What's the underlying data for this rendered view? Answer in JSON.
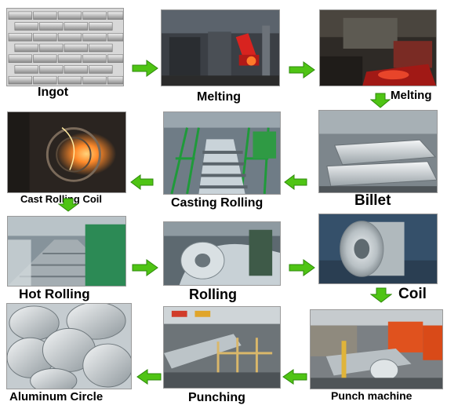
{
  "title": "",
  "steps": [
    {
      "label": "Ingot",
      "image": "aluminum-ingot-stack-photo"
    },
    {
      "label": "Melting",
      "image": "melting-furnace-photo"
    },
    {
      "label": "Melting",
      "image": "molten-metal-photo"
    },
    {
      "label": "Billet",
      "image": "aluminum-billet-photo"
    },
    {
      "label": "Casting Rolling",
      "image": "casting-rolling-line-photo"
    },
    {
      "label": "Cast Rolling Coil",
      "image": "cast-rolling-coil-photo"
    },
    {
      "label": "Hot Rolling",
      "image": "hot-rolling-mill-photo"
    },
    {
      "label": "Rolling",
      "image": "rolling-mill-photo"
    },
    {
      "label": "Coil",
      "image": "aluminum-coil-photo"
    },
    {
      "label": "Punch machine",
      "image": "punch-machine-photo"
    },
    {
      "label": "Punching",
      "image": "punching-line-photo"
    },
    {
      "label": "Aluminum Circle",
      "image": "aluminum-circles-photo"
    }
  ],
  "arrow_icon": "green-arrow-icon",
  "colors": {
    "arrow": "#4fc414",
    "arrow_dark": "#2e8a0a"
  }
}
